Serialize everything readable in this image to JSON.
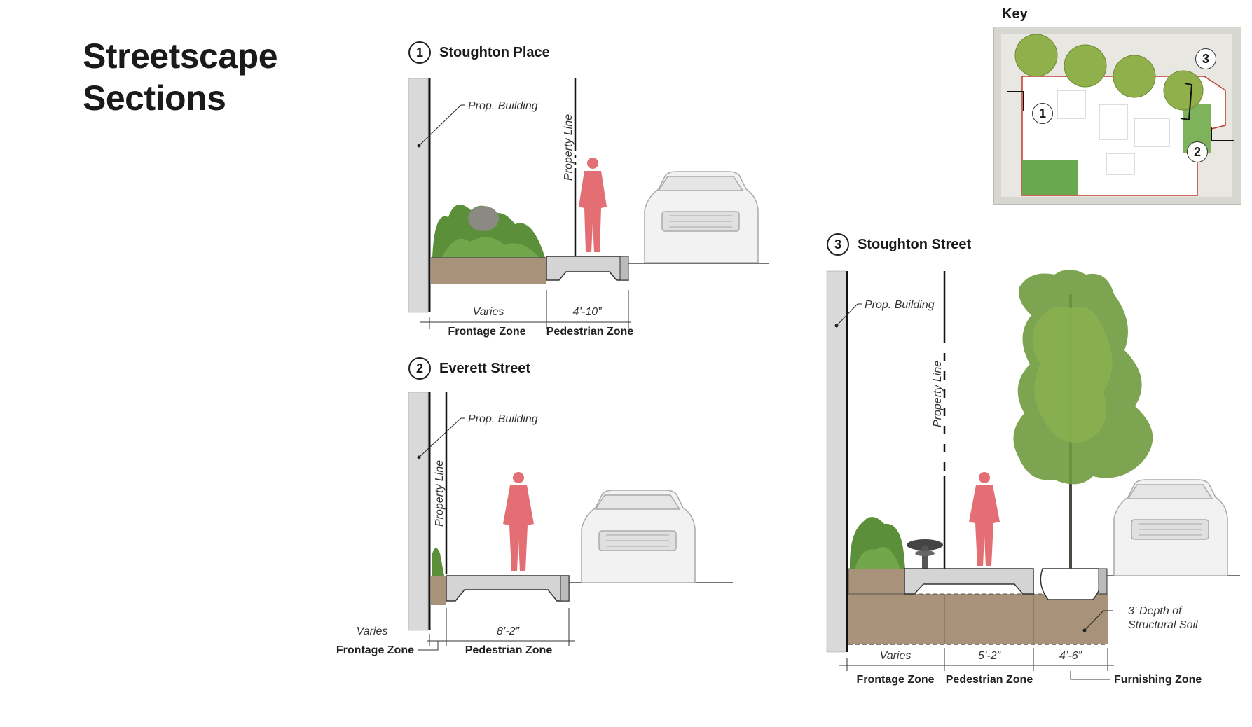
{
  "page": {
    "title_line1": "Streetscape",
    "title_line2": "Sections",
    "key_label": "Key"
  },
  "key_map": {
    "markers": [
      "1",
      "3",
      "2"
    ]
  },
  "sections": [
    {
      "number": "1",
      "title": "Stoughton Place",
      "building_label": "Prop. Building",
      "property_line_label": "Property Line",
      "dimensions": [
        "Varies",
        "4’-10”"
      ],
      "zones": [
        "Frontage Zone",
        "Pedestrian Zone"
      ]
    },
    {
      "number": "2",
      "title": "Everett Street",
      "building_label": "Prop. Building",
      "property_line_label": "Property Line",
      "dimensions": [
        "Varies",
        "8’-2”"
      ],
      "zones": [
        "Frontage Zone",
        "Pedestrian Zone"
      ]
    },
    {
      "number": "3",
      "title": "Stoughton Street",
      "building_label": "Prop. Building",
      "property_line_label": "Property Line",
      "dimensions": [
        "Varies",
        "5’-2”",
        "4’-6”"
      ],
      "zones": [
        "Frontage Zone",
        "Pedestrian Zone",
        "Furnishing Zone"
      ],
      "soil_note_line1": "3’ Depth of",
      "soil_note_line2": "Structural Soil"
    }
  ],
  "colors": {
    "soil": "#a8927a",
    "wall": "#d9d9d9",
    "pedestrian": "#e36e74",
    "planting": "#5b8f3a",
    "car": "#f2f2f2"
  }
}
